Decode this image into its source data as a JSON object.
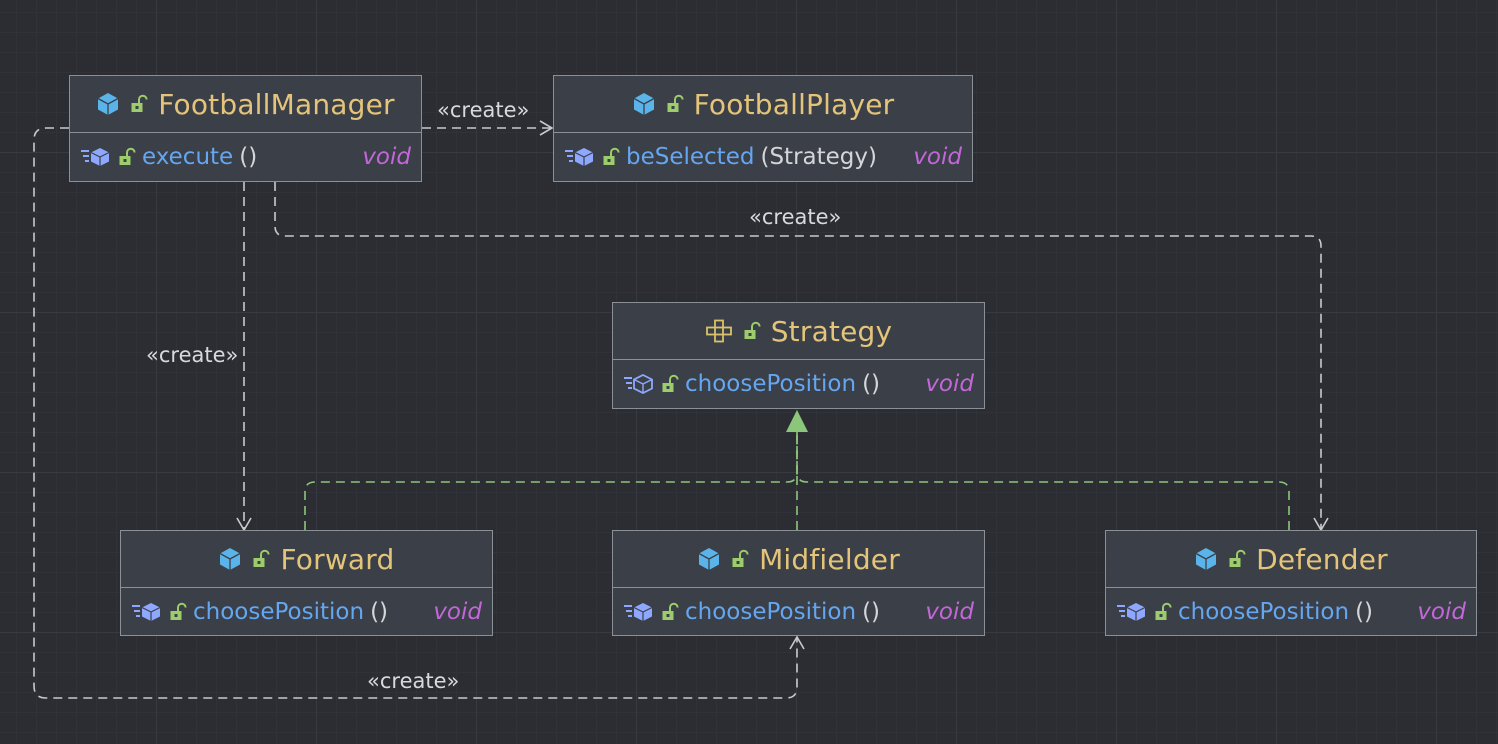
{
  "nodes": {
    "manager": {
      "name": "FootballManager",
      "method": {
        "name": "execute",
        "params": "",
        "ret": "void"
      }
    },
    "player": {
      "name": "FootballPlayer",
      "method": {
        "name": "beSelected",
        "params": "Strategy",
        "ret": "void"
      }
    },
    "strategy": {
      "name": "Strategy",
      "method": {
        "name": "choosePosition",
        "params": "",
        "ret": "void"
      }
    },
    "forward": {
      "name": "Forward",
      "method": {
        "name": "choosePosition",
        "params": "",
        "ret": "void"
      }
    },
    "midfielder": {
      "name": "Midfielder",
      "method": {
        "name": "choosePosition",
        "params": "",
        "ret": "void"
      }
    },
    "defender": {
      "name": "Defender",
      "method": {
        "name": "choosePosition",
        "params": "",
        "ret": "void"
      }
    }
  },
  "labels": {
    "create_player": "«create»",
    "create_forward": "«create»",
    "create_defender": "«create»",
    "create_midfielder": "«create»"
  },
  "colors": {
    "class_name": "#e3c47a",
    "method": "#64a6f0",
    "return_type": "#c267d8",
    "create_edge": "#c8cace",
    "realization_edge": "#8cc67a"
  },
  "icons": {
    "class": "class-icon",
    "interface": "interface-icon",
    "public": "unlocked-icon",
    "method": "method-icon",
    "abstract_method": "abstract-method-icon"
  }
}
